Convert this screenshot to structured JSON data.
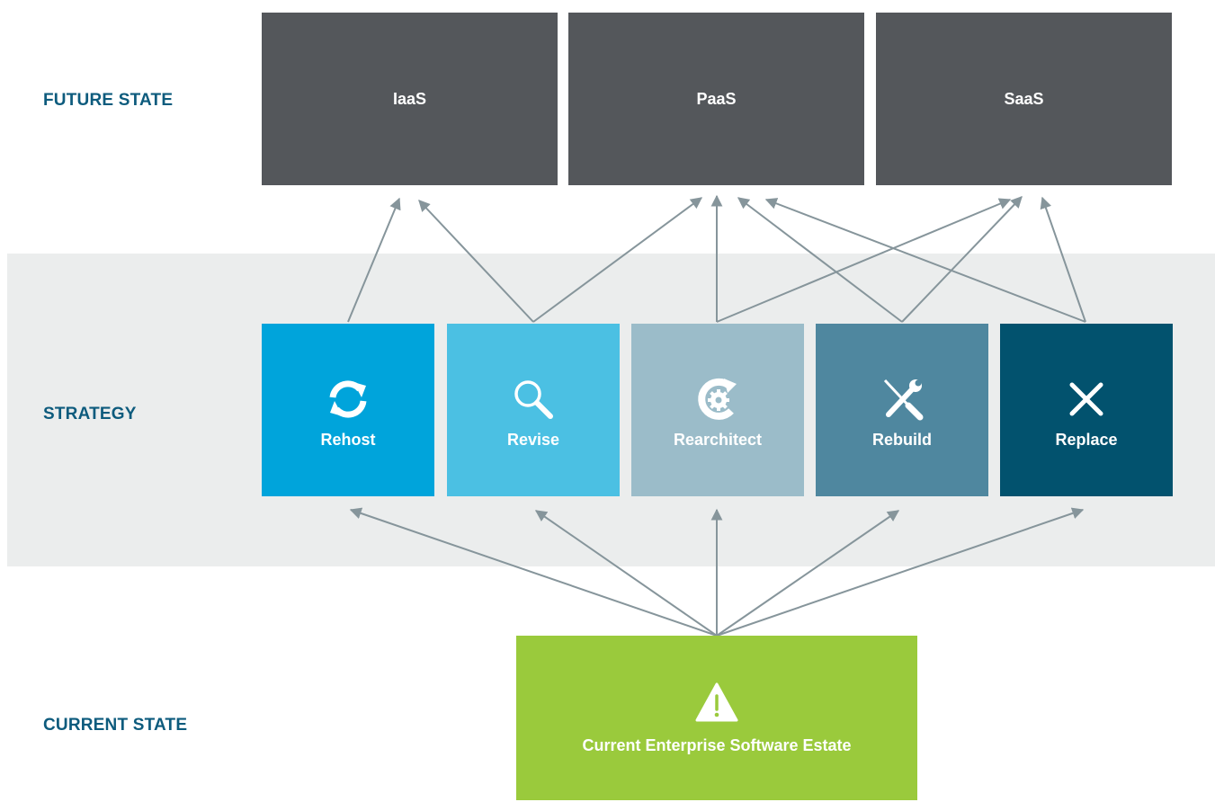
{
  "labels": {
    "future": "FUTURE STATE",
    "strategy": "STRATEGY",
    "current": "CURRENT STATE"
  },
  "future_states": [
    {
      "label": "IaaS"
    },
    {
      "label": "PaaS"
    },
    {
      "label": "SaaS"
    }
  ],
  "strategies": [
    {
      "label": "Rehost",
      "icon": "refresh-icon",
      "color": "#00a4db"
    },
    {
      "label": "Revise",
      "icon": "magnifier-icon",
      "color": "#4bc0e3"
    },
    {
      "label": "Rearchitect",
      "icon": "cog-cycle-icon",
      "color": "#9bbcc9"
    },
    {
      "label": "Rebuild",
      "icon": "tools-icon",
      "color": "#4f879f"
    },
    {
      "label": "Replace",
      "icon": "x-icon",
      "color": "#02526e"
    }
  ],
  "current_state": {
    "label": "Current Enterprise Software Estate",
    "icon": "warning-icon"
  },
  "colors": {
    "label_text": "#0d5b7d",
    "future_box": "#54575b",
    "band": "#ebeded",
    "current_box": "#9aca3c",
    "arrow": "#86959b"
  }
}
